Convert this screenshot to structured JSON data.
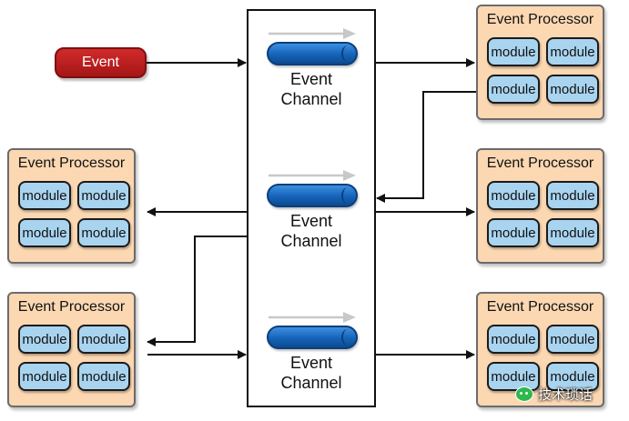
{
  "event_source": {
    "label": "Event"
  },
  "channels": [
    {
      "label": "Event\nChannel"
    },
    {
      "label": "Event\nChannel"
    },
    {
      "label": "Event\nChannel"
    }
  ],
  "processors": [
    {
      "title": "Event Processor",
      "modules": [
        "module",
        "module",
        "module",
        "module"
      ]
    },
    {
      "title": "Event Processor",
      "modules": [
        "module",
        "module",
        "module",
        "module"
      ]
    },
    {
      "title": "Event Processor",
      "modules": [
        "module",
        "module",
        "module",
        "module"
      ]
    },
    {
      "title": "Event Processor",
      "modules": [
        "module",
        "module",
        "module",
        "module"
      ]
    },
    {
      "title": "Event Processor",
      "modules": [
        "module",
        "module",
        "module",
        "module"
      ]
    }
  ],
  "watermark": {
    "text": "技术琐话",
    "icon": "wechat-icon"
  },
  "colors": {
    "event": "#b81d1d",
    "channel": "#1563b9",
    "processor_bg": "#fbd7b2",
    "module_bg": "#a9d4ef",
    "flow_arrow": "#c8c8c8"
  }
}
